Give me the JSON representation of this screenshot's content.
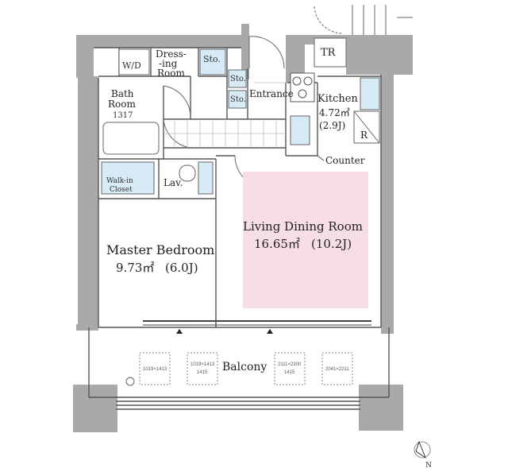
{
  "rooms": {
    "dressing": {
      "line1": "Dress-",
      "line2": "-ing",
      "line3": "Room"
    },
    "wd": "W/D",
    "sto1": "Sto.",
    "sto2": "Sto.",
    "sto3": "Sto.",
    "bath": {
      "line1": "Bath",
      "line2": "Room",
      "line3": "1317"
    },
    "entrance": "Entrance",
    "tr": "TR",
    "kitchen": {
      "name": "Kitchen",
      "area": "4.72㎡",
      "jo": "(2.9J)"
    },
    "refrigerator": "R",
    "counter": "Counter",
    "walkin": {
      "line1": "Walk-in",
      "line2": "Closet"
    },
    "lav": "Lav.",
    "master": {
      "name": "Master Bedroom",
      "area": "9.73㎡",
      "jo": "(6.0J)"
    },
    "ldk": {
      "name": "Living Dining Room",
      "area": "16.65㎡",
      "jo": "(10.2J)"
    },
    "balcony": "Balcony"
  },
  "vents": [
    {
      "line1": "1019×1413",
      "line2": ""
    },
    {
      "line1": "1019×1413",
      "line2": "1415"
    },
    {
      "line1": "2111×2300",
      "line2": "1415"
    },
    {
      "line1": "2041×2211",
      "line2": ""
    }
  ],
  "compass": {
    "north": "N"
  },
  "colors": {
    "wall": "#a9a9a9",
    "living_fill": "#f6dde6",
    "fixture_blue": "#d7ebf6",
    "line": "#555555"
  }
}
